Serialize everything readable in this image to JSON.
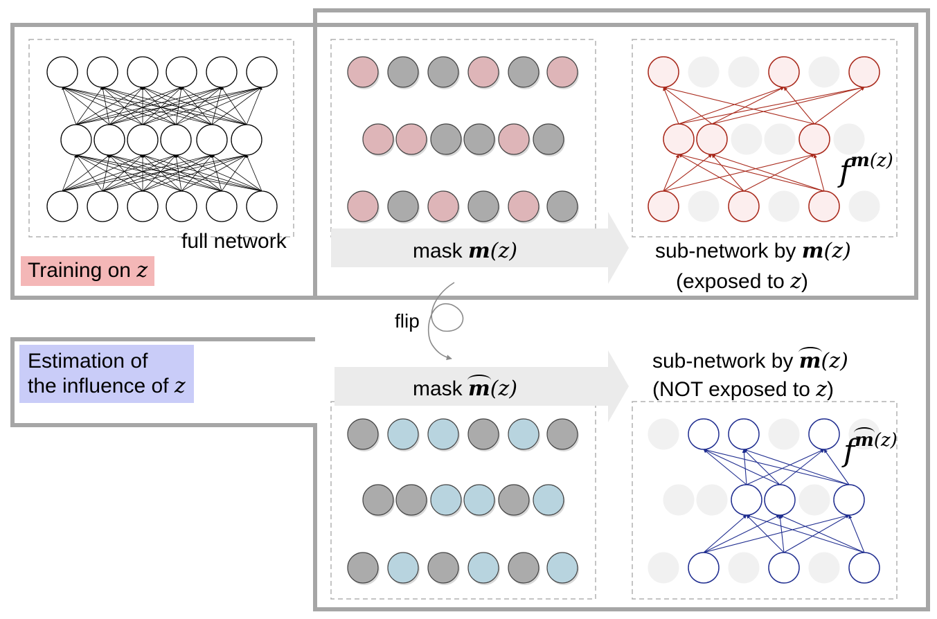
{
  "labels": {
    "full_network": "full network",
    "training_prefix": "Training on",
    "training_var": "z",
    "mask_word": "mask",
    "mask_m": "m",
    "mask_tilde_m": "m",
    "arg_open": "(",
    "arg_var": "z",
    "arg_close": ")",
    "subnet_prefix": "sub-network by",
    "exposed_prefix": "(exposed to",
    "exposed_suffix": ")",
    "not_exposed_prefix": "(NOT exposed to",
    "not_exposed_suffix": ")",
    "flip": "flip",
    "estimation_line1": "Estimation of",
    "estimation_line2_prefix": "the influence of",
    "estimation_var": "z",
    "f_symbol": "f"
  },
  "colors": {
    "frame": "#a6a6a6",
    "dashed": "#b0b0b0",
    "arrow": "#ebebeb",
    "pink_fill": "#deb5b8",
    "gray_fill": "#ababab",
    "blue_fill": "#b8d4df",
    "faded_fill": "#f1f1f1",
    "red_edge": "#a8281a",
    "red_fill": "#fceeee",
    "blue_edge": "#1e2c8f",
    "pink_label": "#f4b7b7",
    "blue_label": "#c9ccf8"
  },
  "diagram": {
    "top_mask": {
      "top_row": [
        "p",
        "g",
        "g",
        "p",
        "g",
        "p"
      ],
      "middle_row": [
        "p",
        "p",
        "g",
        "g",
        "p",
        "g"
      ],
      "bottom_row": [
        "p",
        "g",
        "p",
        "g",
        "p",
        "g"
      ]
    },
    "bottom_mask": {
      "top_row": [
        "g",
        "b",
        "b",
        "g",
        "b",
        "g"
      ],
      "middle_row": [
        "g",
        "g",
        "b",
        "b",
        "g",
        "b"
      ],
      "bottom_row": [
        "g",
        "b",
        "g",
        "b",
        "g",
        "b"
      ]
    },
    "red_subnet": {
      "top_active": [
        0,
        3,
        5
      ],
      "middle_active": [
        0,
        1,
        4
      ],
      "bottom_active": [
        0,
        2,
        4
      ]
    },
    "blue_subnet": {
      "top_active": [
        1,
        2,
        4
      ],
      "middle_active": [
        2,
        3,
        5
      ],
      "bottom_active": [
        1,
        3,
        5
      ]
    }
  }
}
